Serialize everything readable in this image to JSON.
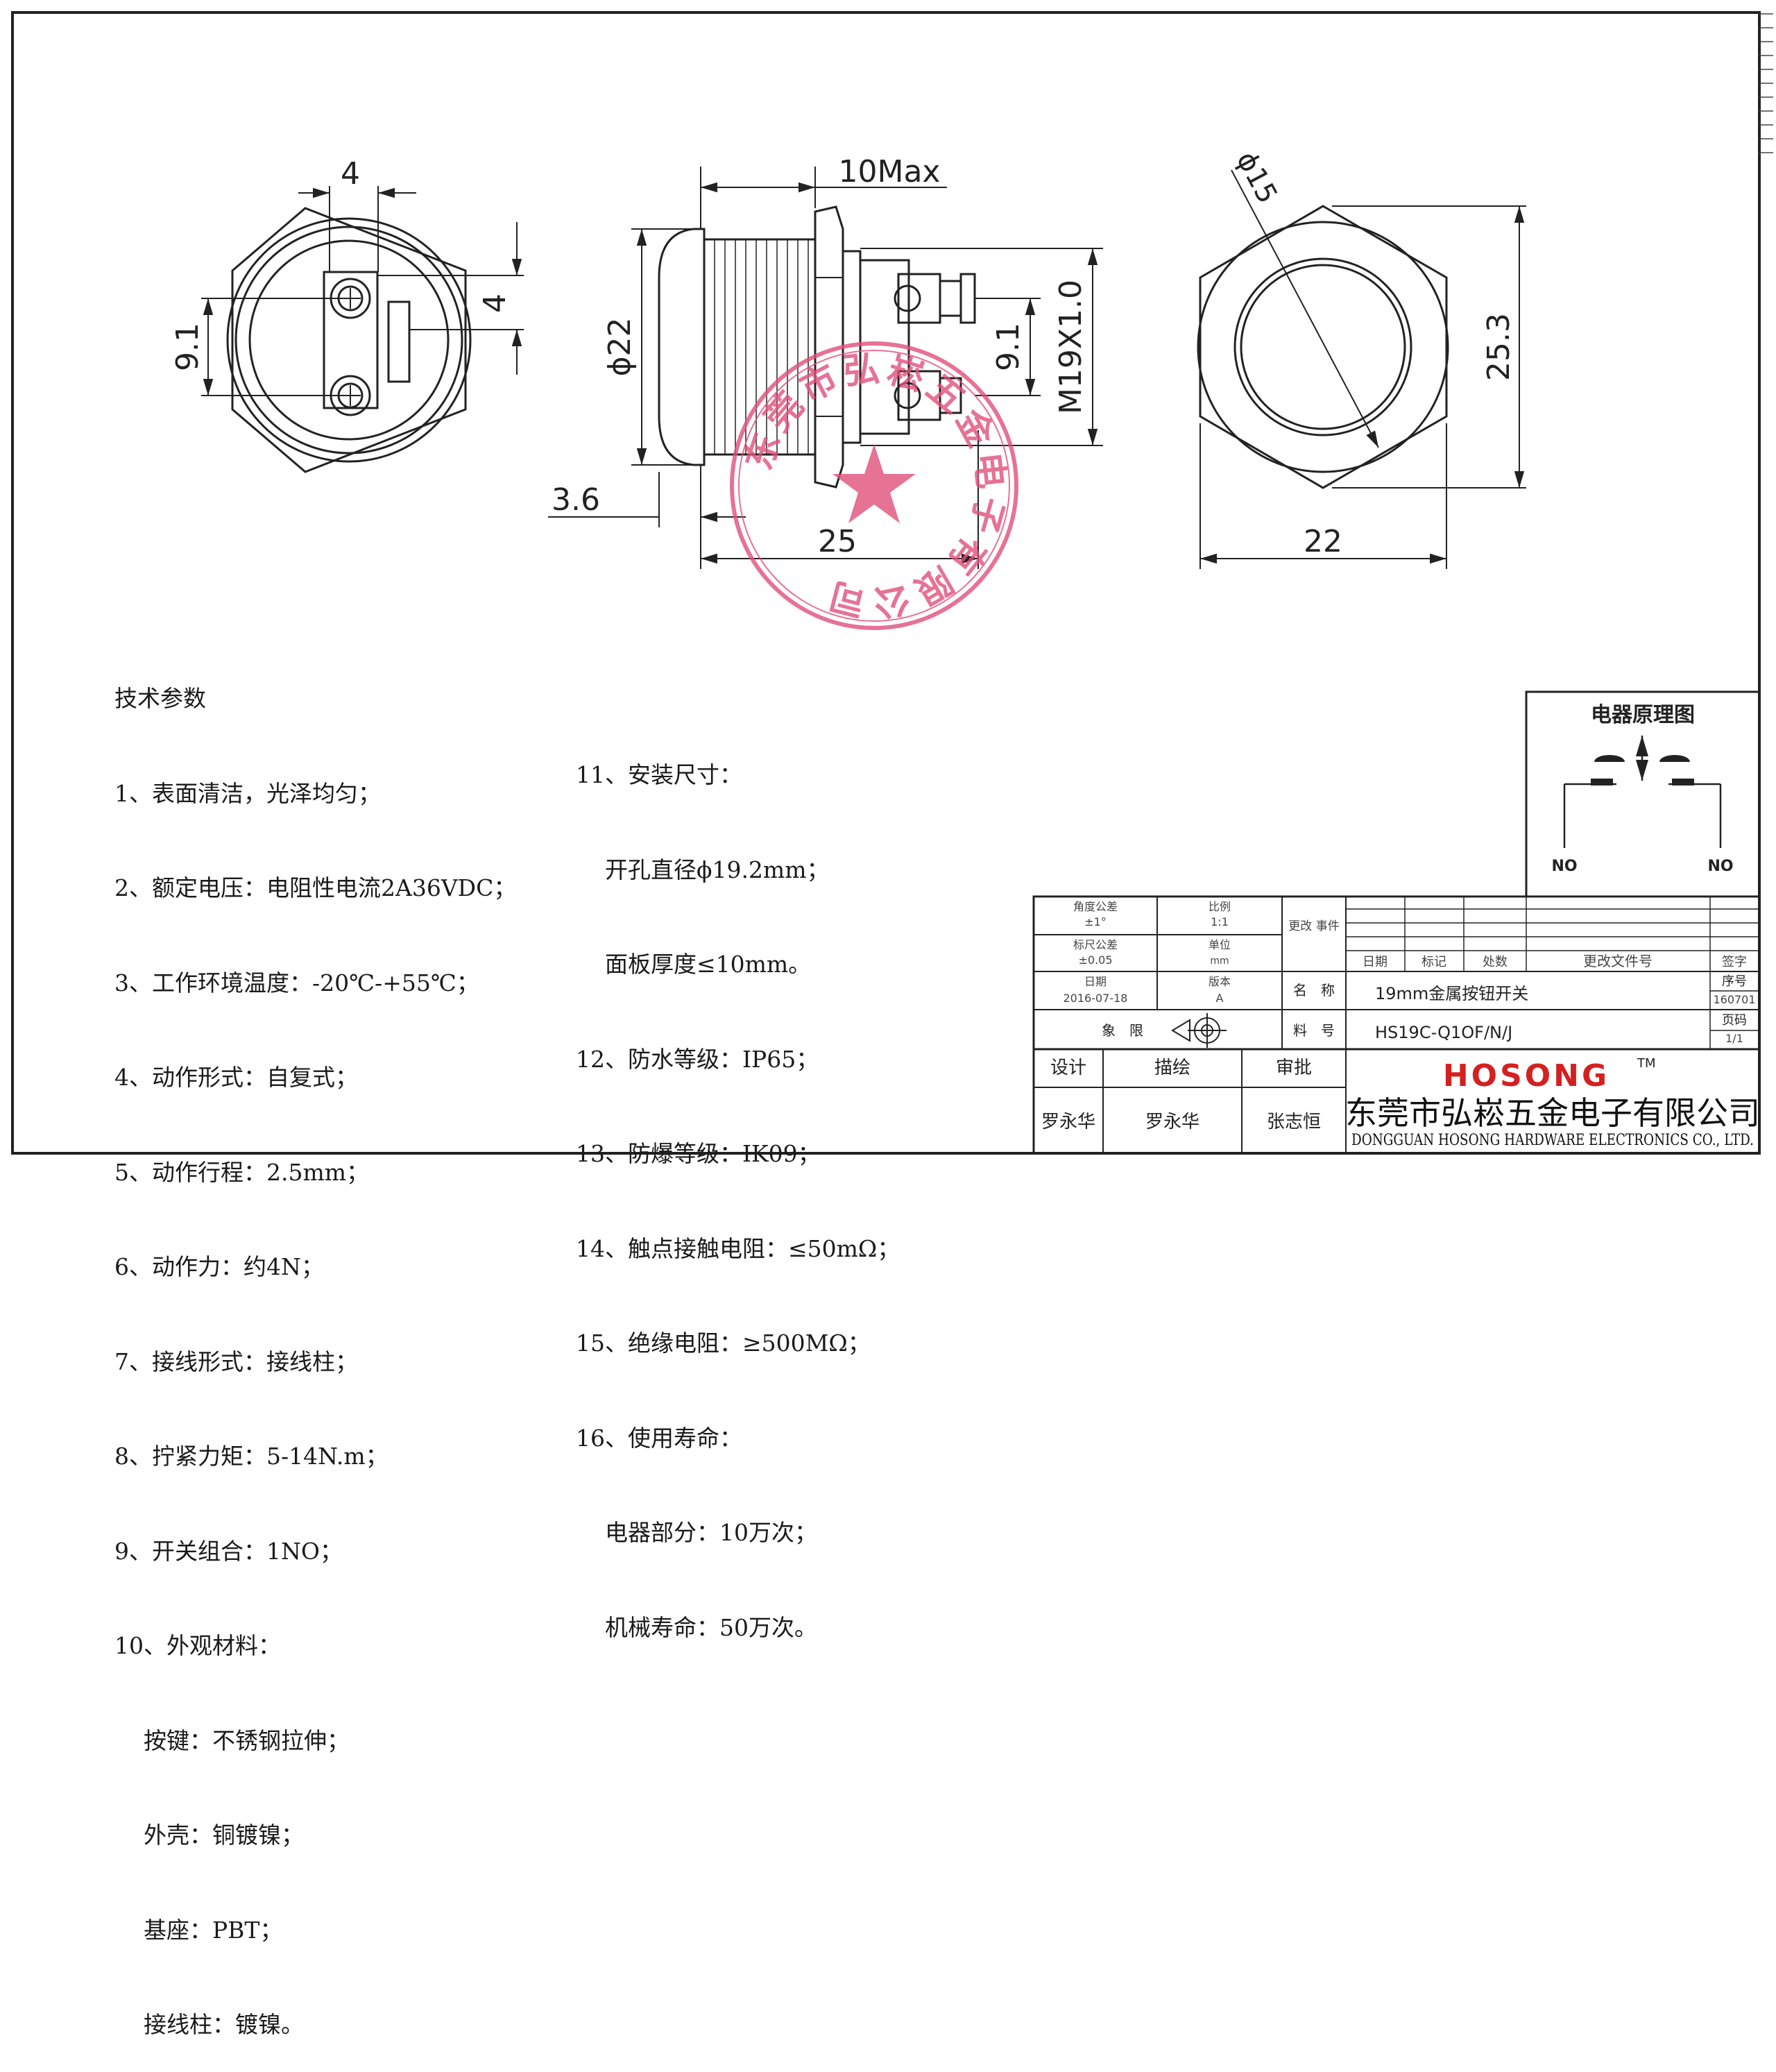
{
  "dimensions": {
    "left_top_width": "4",
    "left_side_height": "4",
    "left_spacing": "9.1",
    "side_max_length": "10Max",
    "side_diameter": "ϕ22",
    "side_thread": "M19X1.0",
    "side_terminal_spacing": "9.1",
    "side_head_height": "3.6",
    "side_length": "25",
    "right_diameter": "ϕ15",
    "right_height": "25.3",
    "right_width": "22"
  },
  "technical": {
    "heading": "技术参数",
    "left_lines": [
      "1、表面清洁，光泽均匀；",
      "2、额定电压：电阻性电流2A36VDC；",
      "3、工作环境温度：-20℃-+55℃；",
      "4、动作形式：自复式；",
      "5、动作行程：2.5mm；",
      "6、动作力：约4N；",
      "7、接线形式：接线柱；",
      "8、拧紧力矩：5-14N.m；",
      "9、开关组合：1NO；",
      "10、外观材料：",
      "    按键：不锈钢拉伸；",
      "    外壳：铜镀镍；",
      "    基座：PBT；",
      "    接线柱：镀镍。"
    ],
    "right_lines": [
      "11、安装尺寸：",
      "    开孔直径ϕ19.2mm；",
      "    面板厚度≤10mm。",
      "12、防水等级：IP65；",
      "13、防爆等级：IK09；",
      "14、触点接触电阻：≤50mΩ；",
      "15、绝缘电阻：≥500MΩ；",
      "16、使用寿命：",
      "    电器部分：10万次；",
      "    机械寿命：50万次。"
    ]
  },
  "schematic": {
    "title": "电器原理图",
    "left_label": "NO",
    "right_label": "NO"
  },
  "title_block": {
    "angle_tol_label": "角度公差",
    "angle_tol_value": "±1°",
    "scale_label": "比例",
    "scale_value": "1:1",
    "change_label": "更改\n事件",
    "size_tol_label": "标尺公差",
    "size_tol_value": "±0.05",
    "unit_label": "单位",
    "unit_value": "mm",
    "date_label": "日期",
    "date_value": "2016-07-18",
    "version_label": "版本",
    "version_value": "A",
    "projection_label": "象　限",
    "rev_date": "日期",
    "rev_mark": "标记",
    "rev_count": "处数",
    "rev_doc": "更改文件号",
    "rev_sign": "签字",
    "name_label": "名　称",
    "name_value": "19mm金属按钮开关",
    "part_label": "料　号",
    "part_value": "HS19C-Q1OF/N/J",
    "seq_label": "序号",
    "seq_value": "160701",
    "page_label": "页码",
    "page_value": "1/1",
    "design_label": "设计",
    "draw_label": "描绘",
    "review_label": "审批",
    "designer": "罗永华",
    "drafter": "罗永华",
    "reviewer": "张志恒",
    "brand": "HOSONG",
    "brand_tm": "TM",
    "company_cn": "东莞市弘崧五金电子有限公司",
    "company_en": "DONGGUAN HOSONG HARDWARE ELECTRONICS CO., LTD."
  },
  "stamp": {
    "text": "东莞市弘崧五金电子有限公司"
  },
  "colors": {
    "line": "#222222",
    "stamp": "#e0507a",
    "brand": "#d42020"
  }
}
